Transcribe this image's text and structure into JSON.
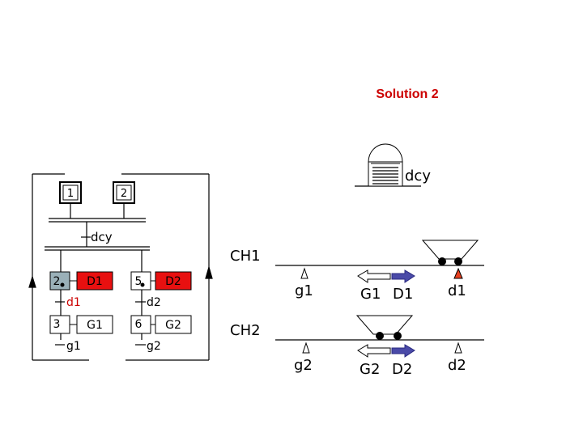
{
  "title": "Solution 2",
  "grafcet": {
    "initial_steps": [
      "1",
      "2"
    ],
    "start_condition": "dcy",
    "branch1": {
      "step_a": "2",
      "action_a": "D1",
      "cond_a": "d1",
      "step_b": "3",
      "action_b": "G1",
      "cond_b": "g1"
    },
    "branch2": {
      "step_a": "5",
      "action_a": "D2",
      "cond_a": "d2",
      "step_b": "6",
      "action_b": "G2",
      "cond_b": "g2"
    }
  },
  "button_label": "dcy",
  "rails": [
    {
      "name": "CH1",
      "left_sensor": "g1",
      "left_arrow": "G1",
      "right_arrow": "D1",
      "right_sensor": "d1"
    },
    {
      "name": "CH2",
      "left_sensor": "g2",
      "left_arrow": "G2",
      "right_arrow": "D2",
      "right_sensor": "d2"
    }
  ],
  "colors": {
    "title": "#cc0000",
    "action_active": "#e81010",
    "step_active": "#9ab0b8",
    "arrow_right": "#4a4aa8",
    "sensor_active": "#e84020"
  }
}
